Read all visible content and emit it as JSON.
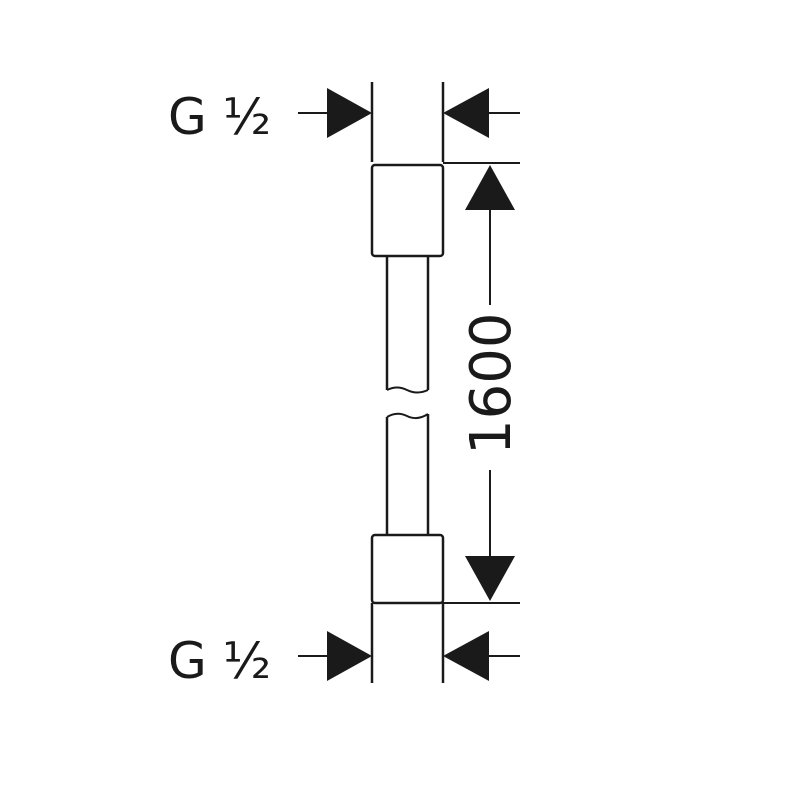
{
  "diagram": {
    "top_thread_label": "G ½",
    "bottom_thread_label": "G ½",
    "length_label": "1600"
  }
}
